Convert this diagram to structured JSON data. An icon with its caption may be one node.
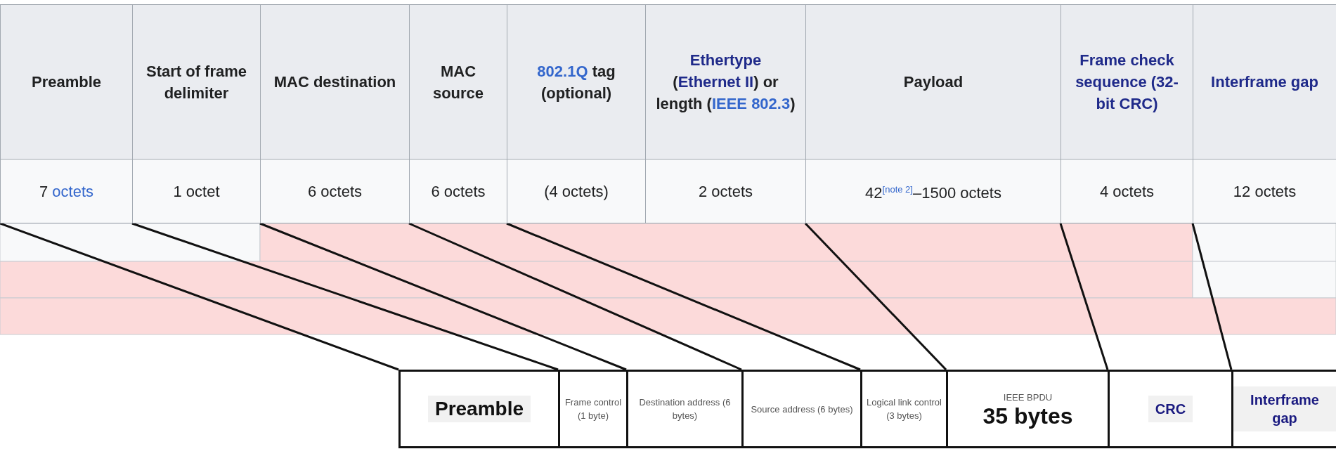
{
  "diagram": {
    "nodes": [
      {
        "text": [
          "Preamble",
          "7 octets"
        ]
      },
      {
        "text": [
          "Start of frame delimiter",
          "1 octet"
        ]
      },
      {
        "text": [
          "MAC destination",
          "6 octets"
        ]
      },
      {
        "text": [
          "MAC source",
          "6 octets"
        ]
      },
      {
        "text": [
          "802.1Q tag (optional)",
          "(4 octets)"
        ]
      },
      {
        "text": [
          "Ethertype (Ethernet II) or length (IEEE 802.3)",
          "2 octets"
        ]
      },
      {
        "text": [
          "Payload",
          "42$^{[note 2]}$–1500 octets"
        ]
      },
      {
        "text": [
          "Frame check sequence (32-bit CRC)",
          "4 octets"
        ]
      },
      {
        "text": [
          "Interframe gap",
          "12 octets"
        ]
      },
      {
        "text": [
          "Preamble"
        ]
      },
      {
        "text": [
          "Frame control (1 byte)"
        ]
      },
      {
        "text": [
          "Destination address (6 bytes)"
        ]
      },
      {
        "text": [
          "Source address (6 bytes)"
        ]
      },
      {
        "text": [
          "Logical link control (3 bytes)"
        ]
      },
      {
        "text": [
          "IEEE BPDU",
          "35 bytes"
        ]
      },
      {
        "text": [
          "CRC"
        ]
      },
      {
        "text": [
          "Interframe gap"
        ]
      }
    ],
    "edges": [
      {
        "from": 0,
        "to": 9,
        "arrow": "none"
      },
      {
        "from": 1,
        "to": 10,
        "arrow": "none"
      },
      {
        "from": 2,
        "to": 11,
        "arrow": "none"
      },
      {
        "from": 3,
        "to": 12,
        "arrow": "none"
      },
      {
        "from": 4,
        "to": 13,
        "arrow": "none"
      },
      {
        "from": 6,
        "to": 14,
        "arrow": "none"
      },
      {
        "from": 7,
        "to": 15,
        "arrow": "none"
      },
      {
        "from": 8,
        "to": 16,
        "arrow": "none"
      }
    ]
  }
}
